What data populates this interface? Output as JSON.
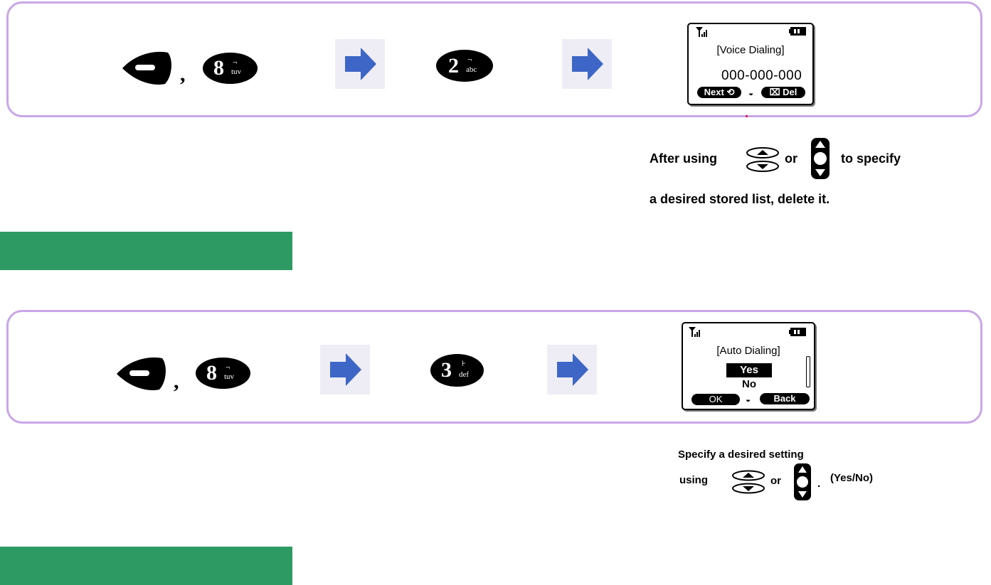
{
  "section1": {
    "keys": [
      {
        "type": "menu-key"
      },
      {
        "digit": "8",
        "letters": "tuv"
      },
      {
        "digit": "2",
        "letters": "abc"
      }
    ],
    "comma": ",",
    "screen": {
      "title": "[Voice Dialing]",
      "number": "000-000-000",
      "soft_left": "Next",
      "soft_right": "Del"
    },
    "caption_line1_a": "After using",
    "caption_or": "or",
    "caption_line1_b": "to specify",
    "caption_line2": "a desired  stored list, delete it."
  },
  "section2": {
    "keys": [
      {
        "type": "menu-key"
      },
      {
        "digit": "8",
        "letters": "tuv"
      },
      {
        "digit": "3",
        "letters": "def"
      }
    ],
    "comma": ",",
    "screen": {
      "title": "[Auto Dialing]",
      "option_selected": "Yes",
      "option_other": "No",
      "soft_left": "OK",
      "soft_right": "Back"
    },
    "caption_line1": "Specify a desired setting",
    "caption_using": "using",
    "caption_or": "or",
    "caption_dot": ".",
    "caption_options": "(Yes/No)"
  },
  "colors": {
    "panel_border": "#c9a6e6",
    "arrow": "#3d66c6",
    "arrow_bg": "#eeedf6",
    "green_bar": "#2e9a63"
  }
}
